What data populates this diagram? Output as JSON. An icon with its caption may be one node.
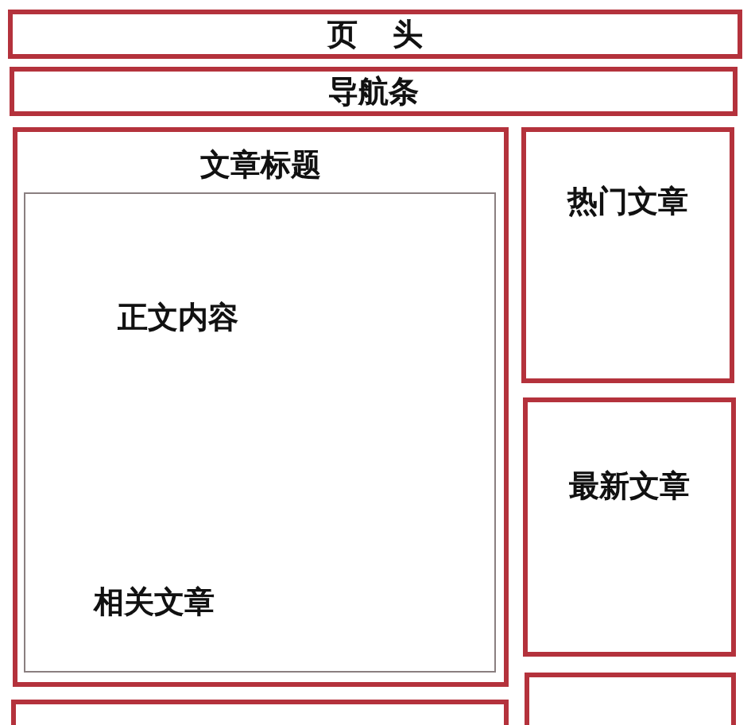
{
  "diagram": {
    "nodes": [
      {
        "text": [
          "页 头"
        ]
      },
      {
        "text": [
          "导航条"
        ]
      },
      {
        "text": [
          "文章标题"
        ]
      },
      {
        "text": [
          "正文内容",
          "相关文章"
        ],
        "in": 2
      },
      {
        "text": [
          "热门文章"
        ]
      },
      {
        "text": [
          "最新文章"
        ]
      },
      {
        "text": [],
        "shape": "box"
      },
      {
        "text": [],
        "shape": "box"
      }
    ]
  }
}
